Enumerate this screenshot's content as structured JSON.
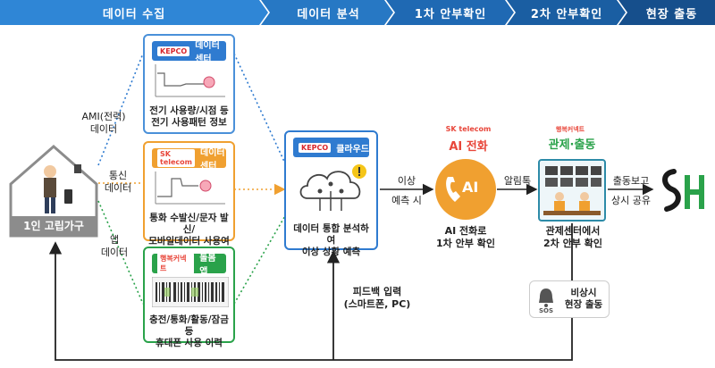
{
  "steps": [
    {
      "label": "데이터 수집"
    },
    {
      "label": "데이터 분석"
    },
    {
      "label": "1차 안부확인"
    },
    {
      "label": "2차 안부확인"
    },
    {
      "label": "현장 출동"
    }
  ],
  "household": {
    "label": "1인 고립가구"
  },
  "links": {
    "ami": "AMI(전력)\n데이터",
    "telecom": "통신\n데이터",
    "app": "앱\n데이터",
    "anomaly_top": "이상",
    "anomaly_bottom": "예측 시",
    "alimtalk": "알림톡",
    "dispatch_top": "출동보고",
    "dispatch_bottom": "상시 공유",
    "feedback": "피드백 입력\n(스마트폰, PC)"
  },
  "cards": {
    "kepco": {
      "logo": "KEPCO",
      "title": "데이터 센터",
      "caption": "전기 사용량/시점 등\n전기 사용패턴 정보"
    },
    "skt": {
      "logo": "SK telecom",
      "title": "데이터 센터",
      "caption": "통화 수발신/문자 발신/\n모바일데이터 사용여부"
    },
    "care": {
      "logo": "행복커넥트",
      "title": "돌봄 앱",
      "caption": "충전/통화/활동/잠금 등\n휴대폰 사용 이력"
    },
    "cloud": {
      "logo": "KEPCO",
      "title": "클라우드",
      "caption": "데이터 통합 분석하여\n이상 상황 예측"
    }
  },
  "ai_call": {
    "brand": "SK telecom",
    "title": "AI 전화",
    "badge": "AI",
    "caption": "AI 전화로\n1차 안부 확인"
  },
  "control": {
    "brand": "행복커넥트",
    "title": "관제·출동",
    "caption": "관제센터에서\n2차 안부 확인"
  },
  "emergency": {
    "caption": "비상시\n현장 출동",
    "sos": "SOS"
  },
  "sh_logo": {
    "text": "SH"
  },
  "colors": {
    "blue_dark": "#1f5fa8",
    "blue": "#2f7bd0",
    "orange": "#f0a030",
    "green": "#2aa24a",
    "red": "#e8463a",
    "teal": "#2d8ba8",
    "gray": "#8c8c8c"
  }
}
